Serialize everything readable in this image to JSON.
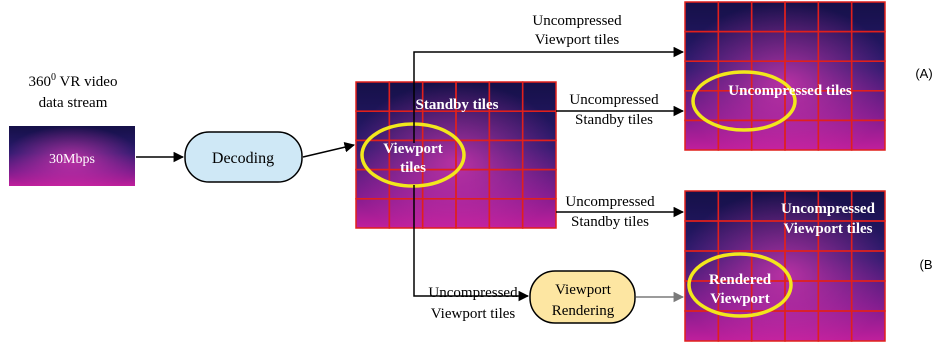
{
  "source": {
    "title_line1": "360",
    "title_sup": "0",
    "title_line1_rest": " VR video",
    "title_line2": "data stream",
    "bitrate": "30Mbps"
  },
  "decoding": {
    "label": "Decoding"
  },
  "decoded_frame": {
    "standby_label": "Standby tiles",
    "viewport_label_1": "Viewport",
    "viewport_label_2": "tiles"
  },
  "flows": {
    "top": {
      "line1": "Uncompressed",
      "line2": "Viewport tiles"
    },
    "mid_a": {
      "line1": "Uncompressed",
      "line2": "Standby tiles"
    },
    "mid_b": {
      "line1": "Uncompressed",
      "line2": "Standby tiles"
    },
    "bottom": {
      "line1": "Uncompressed",
      "line2": "Viewport tiles"
    }
  },
  "rendering": {
    "line1": "Viewport",
    "line2": "Rendering"
  },
  "output_a": {
    "label": "Uncompressed tiles",
    "tag": "(A)"
  },
  "output_b": {
    "label1": "Uncompressed",
    "label2": "Viewport tiles",
    "rendered1": "Rendered",
    "rendered2": "Viewport",
    "tag": "(B"
  },
  "colors": {
    "decoding_fill": "#cfe8f6",
    "rendering_fill": "#fde6a2",
    "tile_grid": "#e0201c",
    "ellipse": "#f2e81c",
    "scene_dark": "#1a1452",
    "scene_magenta": "#b8198a"
  }
}
